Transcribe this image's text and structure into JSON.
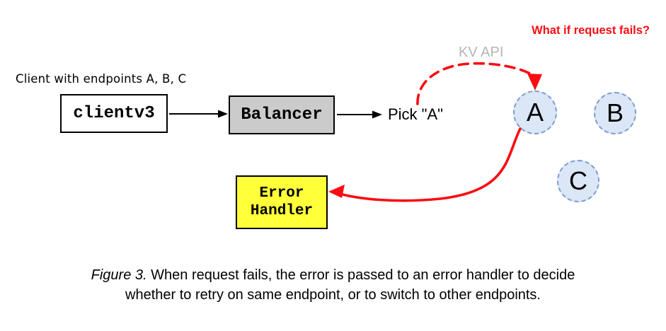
{
  "annotations": {
    "client_label": "Client with endpoints A, B, C",
    "pick_label": "Pick \"A\"",
    "kv_api_label": "KV API",
    "question_label": "What if request fails?"
  },
  "nodes": {
    "client": "clientv3",
    "balancer": "Balancer",
    "error_handler_line1": "Error",
    "error_handler_line2": "Handler"
  },
  "endpoints": [
    {
      "label": "A"
    },
    {
      "label": "B"
    },
    {
      "label": "C"
    }
  ],
  "caption": {
    "figure_label": "Figure 3.",
    "line1_rest": " When request fails, the error is passed to an error handler to decide",
    "line2": "whether to retry on same endpoint, or to switch to other endpoints."
  },
  "colors": {
    "red_accent": "#fa0d12",
    "gray_label": "#b5b5b5",
    "balancer_fill": "#cbcbcb",
    "error_handler_fill": "#ffff3a",
    "endpoint_fill": "#dbe6f7",
    "endpoint_border": "#7f9ccd"
  }
}
